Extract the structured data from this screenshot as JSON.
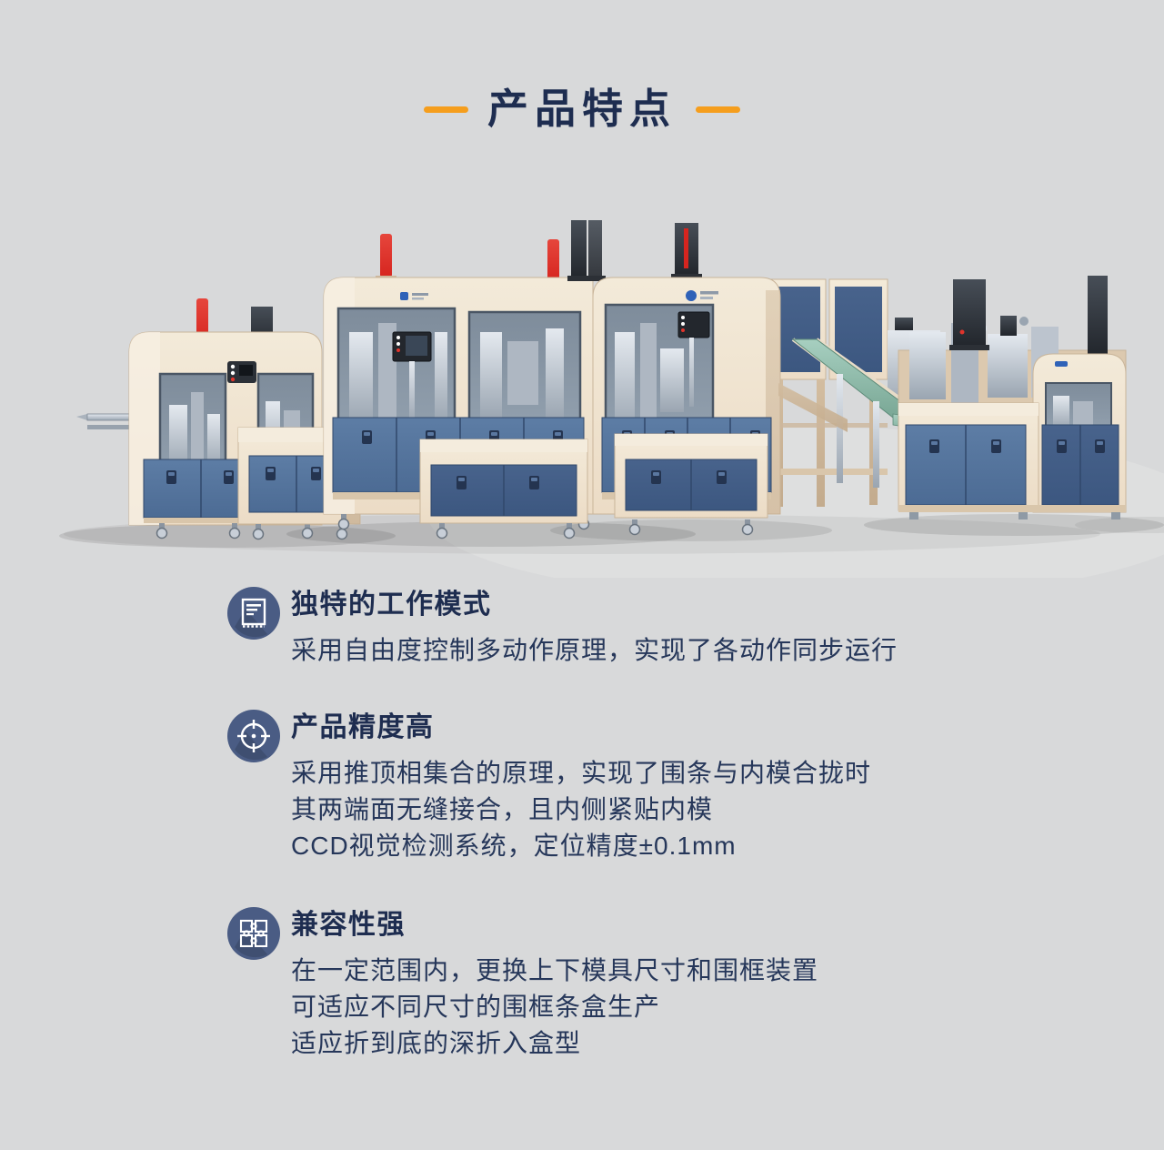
{
  "header": {
    "title": "产品特点"
  },
  "features": [
    {
      "icon": "document-icon",
      "title": "独特的工作模式",
      "lines": [
        "采用自由度控制多动作原理，实现了各动作同步运行"
      ]
    },
    {
      "icon": "target-icon",
      "title": "产品精度高",
      "lines": [
        "采用推顶相集合的原理，实现了围条与内模合拢时",
        "其两端面无缝接合，且内侧紧贴内模",
        "CCD视觉检测系统，定位精度±0.1mm"
      ]
    },
    {
      "icon": "puzzle-icon",
      "title": "兼容性强",
      "lines": [
        "在一定范围内，更换上下模具尺寸和围框装置",
        "可适应不同尺寸的围框条盒生产",
        "适应折到底的深折入盒型"
      ]
    }
  ],
  "colors": {
    "bg": "#d8d9da",
    "title-navy": "#1e2d50",
    "body-navy": "#26375a",
    "accent-orange": "#f59e1d",
    "icon-blue": "#4a5c84",
    "m-beige": "#ecdcc6",
    "m-beige-dark": "#d3bda0",
    "m-blue": "#4c6b94",
    "m-blue-dark": "#3c5780",
    "m-red": "#d6251f",
    "m-green": "#8fbfae",
    "m-dark": "#32383f",
    "m-silver": "#c6cdd6",
    "m-glass": "#94a2b0"
  }
}
